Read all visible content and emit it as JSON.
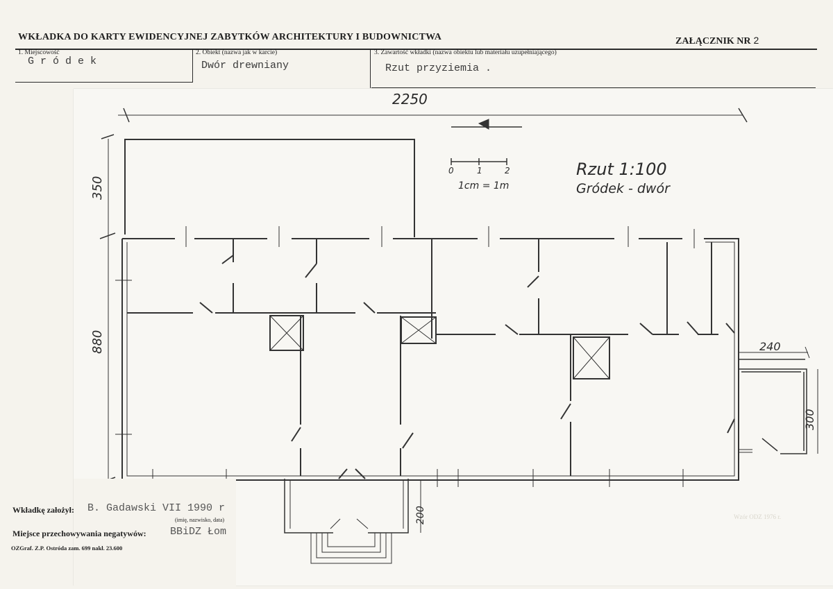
{
  "header": {
    "title": "WKŁADKA DO KARTY EWIDENCYJNEJ ZABYTKÓW ARCHITEKTURY I BUDOWNICTWA",
    "annex_label": "ZAŁĄCZNIK NR",
    "annex_number": "2"
  },
  "fields": {
    "locality_label": "1. Miejscowość",
    "locality_value": "G r ó d e k",
    "object_label": "2. Obiekt (nazwa jak w karcie)",
    "object_value": "Dwór drewniany",
    "content_label": "3. Zawartość wkładki (nazwa obiektu lub materiału uzupełniającego)",
    "content_value": "Rzut przyziemia ."
  },
  "drawing": {
    "title_line1": "Rzut 1:100",
    "title_line2": "Gródek - dwór",
    "scale_ticks": [
      "0",
      "1",
      "2"
    ],
    "scale_note": "1cm = 1m",
    "dim_total_width": "2250",
    "dim_top_wing": "350",
    "dim_main_depth": "880",
    "dim_annex_width": "240",
    "dim_annex_depth": "300",
    "dim_porch": "200"
  },
  "footer": {
    "created_label": "Wkładkę założył:",
    "created_value": "B. Gadawski VII 1990 r",
    "created_caption": "(imię, nazwisko, data)",
    "negatives_label": "Miejsce przechowywania negatywów:",
    "negatives_value": "BBiDZ Łom",
    "print_info": "OZGraf. Z.P. Ostróda zam. 699 nakł. 23.600",
    "watermark": "Wzór ODZ 1976 r."
  }
}
